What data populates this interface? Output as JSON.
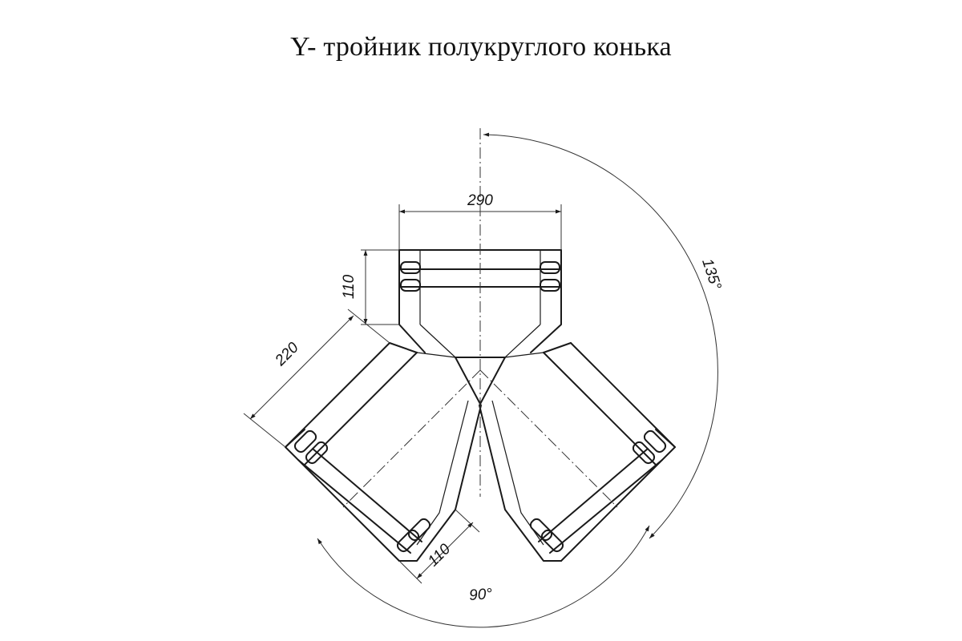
{
  "title": "Y- тройник полукруглого конька",
  "dimensions": {
    "top_width": "290",
    "top_height": "110",
    "branch_length": "220",
    "branch_height": "110",
    "angle_branches": "90°",
    "angle_total": "135°"
  }
}
